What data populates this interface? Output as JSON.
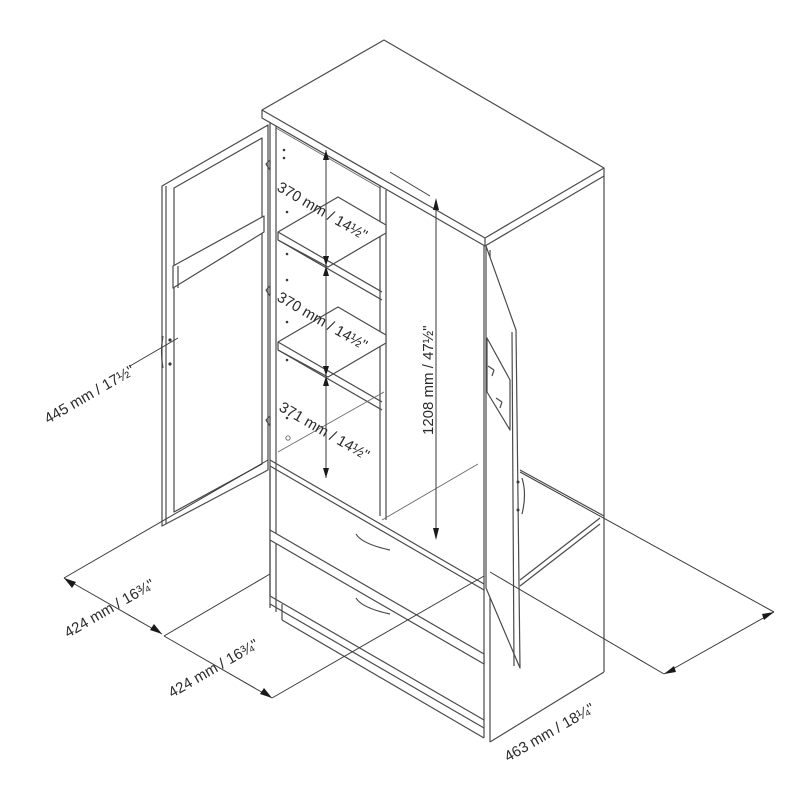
{
  "diagram": {
    "subject": "Wardrobe armoire with two open doors, three shelves and two drawers",
    "colors": {
      "line": "#4a4a4a",
      "text": "#2a2a2a",
      "background": "#ffffff"
    },
    "dimensions": {
      "shelf_top": "370 mm / 14½\"",
      "shelf_middle": "370 mm / 14½\"",
      "shelf_bottom": "371 mm / 14½\"",
      "interior_height": "1208 mm / 47½\"",
      "door_width": "445 mm / 17½\"",
      "drawer_depth_upper": "424 mm / 16¾\"",
      "drawer_depth_lower": "424 mm / 16¾\"",
      "overall_depth": "463 mm / 18¼\""
    }
  }
}
